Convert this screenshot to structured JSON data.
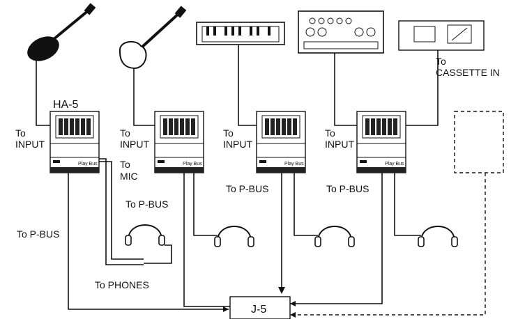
{
  "labels": {
    "ha5": "HA-5",
    "to_input_1": [
      "To",
      "INPUT"
    ],
    "to_input_2": [
      "To",
      "INPUT"
    ],
    "to_input_3": [
      "To",
      "INPUT"
    ],
    "to_input_4": [
      "To",
      "INPUT"
    ],
    "to_mic": [
      "To",
      "MIC"
    ],
    "to_cassette": [
      "To",
      "CASSETTE IN"
    ],
    "to_pbus_left": "To P-BUS",
    "to_pbus_2": "To P-BUS",
    "to_pbus_3": "To P-BUS",
    "to_pbus_4": "To P-BUS",
    "to_phones": "To PHONES",
    "j5": "J-5",
    "brand": "Play Bus"
  },
  "icons": [
    "electric-guitar-icon",
    "bass-guitar-icon",
    "keyboard-icon",
    "drum-machine-icon",
    "cassette-deck-icon",
    "headphones-icon",
    "play-bus-unit-icon"
  ]
}
